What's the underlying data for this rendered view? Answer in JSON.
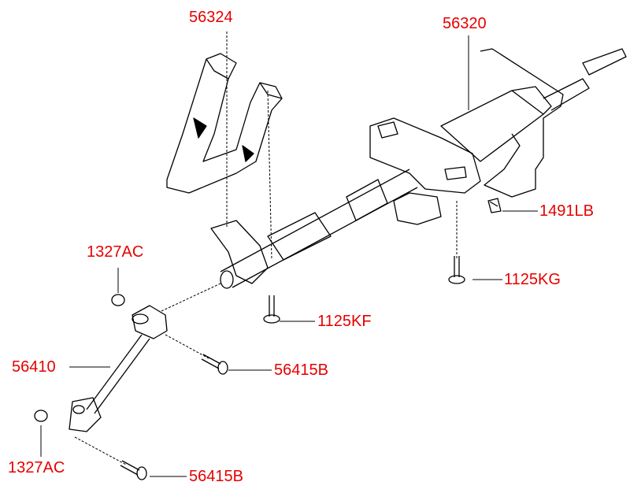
{
  "colors": {
    "label": "#e60000",
    "line": "#000000"
  },
  "labels": {
    "bracket_upper": "56324",
    "column_assembly": "56320",
    "clip": "1491LB",
    "nut_upper": "1327AC",
    "bolt_kg": "1125KG",
    "bolt_kf": "1125KF",
    "intermediate_shaft": "56410",
    "joint_bolt_upper": "56415B",
    "nut_lower": "1327AC",
    "joint_bolt_lower": "56415B"
  }
}
